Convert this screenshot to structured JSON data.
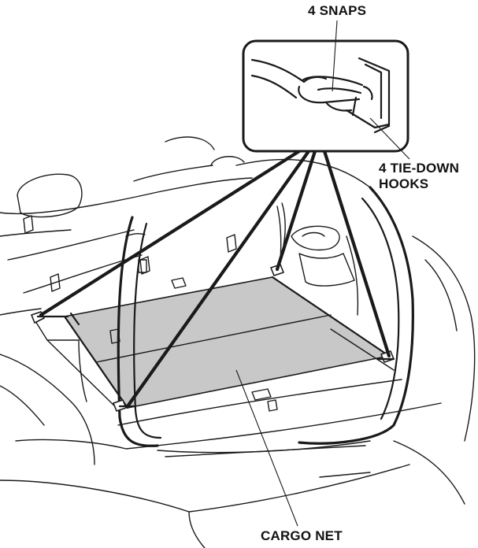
{
  "labels": {
    "snaps": "4 SNAPS",
    "hooks_line1": "4 TIE-DOWN",
    "hooks_line2": "HOOKS",
    "cargo_net": "CARGO NET"
  },
  "colors": {
    "line": "#1a1a1a",
    "net_fill": "#c8c8c8",
    "background": "#ffffff"
  }
}
